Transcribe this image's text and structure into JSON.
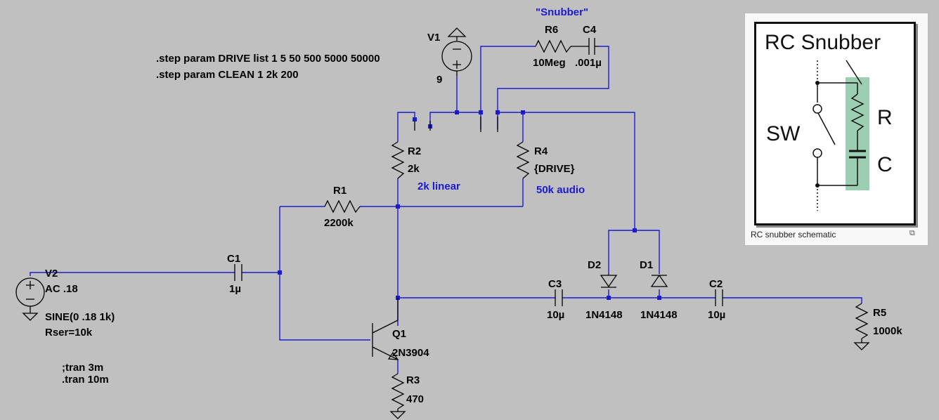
{
  "schematic": {
    "directives": {
      "step_drive": ".step param DRIVE list 1 5 50 500 5000 50000",
      "step_clean": ".step param CLEAN 1 2k 200",
      "tran_commented": ";tran 3m",
      "tran": ".tran 10m"
    },
    "v1": {
      "name": "V1",
      "value": "9"
    },
    "v2": {
      "name": "V2",
      "value": "AC .18",
      "sine": "SINE(0 .18 1k)",
      "rser": "Rser=10k"
    },
    "r1": {
      "name": "R1",
      "value": "2200k"
    },
    "r2": {
      "name": "R2",
      "value": "2k",
      "note": "2k linear"
    },
    "r3": {
      "name": "R3",
      "value": "470"
    },
    "r4": {
      "name": "R4",
      "value": "{DRIVE}",
      "note": "50k audio"
    },
    "r5": {
      "name": "R5",
      "value": "1000k"
    },
    "r6": {
      "name": "R6",
      "value": "10Meg"
    },
    "c1": {
      "name": "C1",
      "value": "1µ"
    },
    "c2": {
      "name": "C2",
      "value": "10µ"
    },
    "c3": {
      "name": "C3",
      "value": "10µ"
    },
    "c4": {
      "name": "C4",
      "value": ".001µ"
    },
    "q1": {
      "name": "Q1",
      "value": "2N3904"
    },
    "d1": {
      "name": "D1",
      "value": "1N4148"
    },
    "d2": {
      "name": "D2",
      "value": "1N4148"
    },
    "snubber_label": "\"Snubber\""
  },
  "inset": {
    "title": "RC Snubber",
    "sw_label": "SW",
    "r_label": "R",
    "c_label": "C",
    "caption": "RC snubber schematic",
    "highlight_color": "#9ccfb2"
  }
}
